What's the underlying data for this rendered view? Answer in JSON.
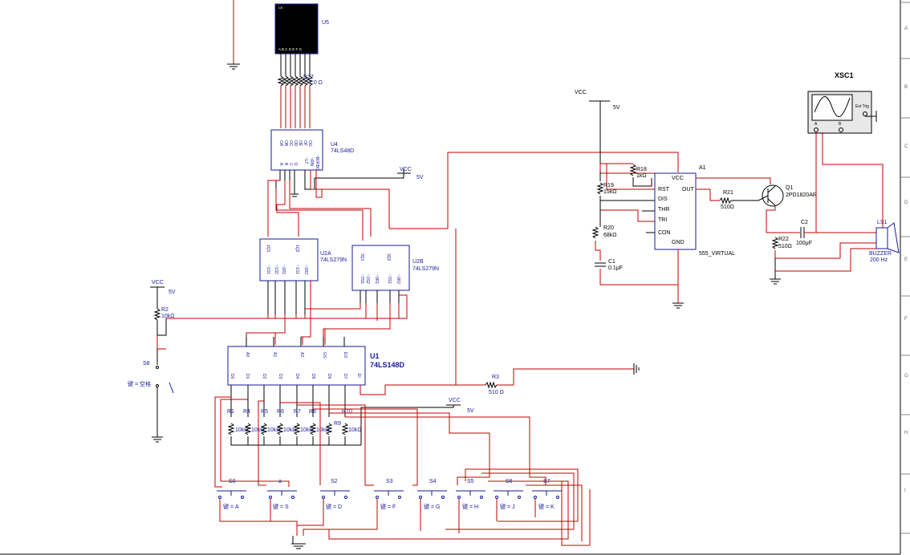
{
  "border": {
    "rows": [
      "A",
      "B",
      "C",
      "D",
      "E",
      "F",
      "G",
      "H",
      "I"
    ]
  },
  "display": {
    "ref": "U5",
    "top_label": "CK",
    "segments": "A B C D E F G"
  },
  "resistor_array": {
    "ref": "R17",
    "value": "1.0 Ω"
  },
  "decoder": {
    "ref": "U4",
    "part": "74LS48D"
  },
  "latch_a": {
    "ref": "U2A",
    "part": "74LS279N"
  },
  "latch_b": {
    "ref": "U2B",
    "part": "74LS279N"
  },
  "encoder": {
    "ref": "U1",
    "part": "74LS148D"
  },
  "vcc_labels": {
    "top": "VCC",
    "top_v": "5V",
    "left": "VCC",
    "left_v": "5V",
    "mid": "VCC",
    "mid_v": "5V",
    "bottom": "VCC",
    "bottom_v": "5V",
    "timer": "VCC",
    "timer_v": "5V"
  },
  "r2": {
    "ref": "R2",
    "value": "10kΩ"
  },
  "s8": {
    "ref": "S8",
    "key": "键 = 空格"
  },
  "r3": {
    "ref": "R3",
    "value": "510 Ω"
  },
  "pullups": [
    {
      "ref": "R4",
      "value": "10kΩ"
    },
    {
      "ref": "R5",
      "value": "10kΩ"
    },
    {
      "ref": "R6",
      "value": "10kΩ"
    },
    {
      "ref": "R7",
      "value": "10kΩ"
    },
    {
      "ref": "R8",
      "value": "10kΩ"
    },
    {
      "ref": "R9",
      "value": "10kΩ"
    },
    {
      "ref": "R10",
      "value": "10kΩ"
    }
  ],
  "pullup_extra": {
    "ref": "R1",
    "value": "10kΩ"
  },
  "switches": [
    {
      "ref": "S0",
      "key": "键 = A"
    },
    {
      "ref": "a",
      "key": "键 = S"
    },
    {
      "ref": "S2",
      "key": "键 = D"
    },
    {
      "ref": "S3",
      "key": "键 = F"
    },
    {
      "ref": "S4",
      "key": "键 = G"
    },
    {
      "ref": "S5",
      "key": "键 = H"
    },
    {
      "ref": "S6",
      "key": "键 = J"
    },
    {
      "ref": "S7",
      "key": "键 = K"
    }
  ],
  "timer": {
    "ref": "A1",
    "part": "555_VIRTUAL",
    "pins": {
      "vcc": "VCC",
      "rst": "RST",
      "dis": "DIS",
      "thr": "THR",
      "tri": "TRI",
      "con": "CON",
      "out": "OUT",
      "gnd": "GND"
    }
  },
  "r18": {
    "ref": "R18",
    "value": "1kΩ"
  },
  "r19": {
    "ref": "R19",
    "value": "15kΩ"
  },
  "r20": {
    "ref": "R20",
    "value": "68kΩ"
  },
  "c1": {
    "ref": "C1",
    "value": "0.1μF"
  },
  "r21": {
    "ref": "R21",
    "value": "510Ω"
  },
  "q1": {
    "ref": "Q1",
    "part": "2PD1820AR"
  },
  "c2": {
    "ref": "C2",
    "value": "100μF"
  },
  "r22": {
    "ref": "R22",
    "value": "510Ω"
  },
  "buzzer": {
    "ref": "LS1",
    "part": "BUZZER",
    "freq": "200 Hz"
  },
  "scope": {
    "ref": "XSC1",
    "trig": "Ext Trig",
    "ch_a": "A",
    "ch_b": "B"
  }
}
